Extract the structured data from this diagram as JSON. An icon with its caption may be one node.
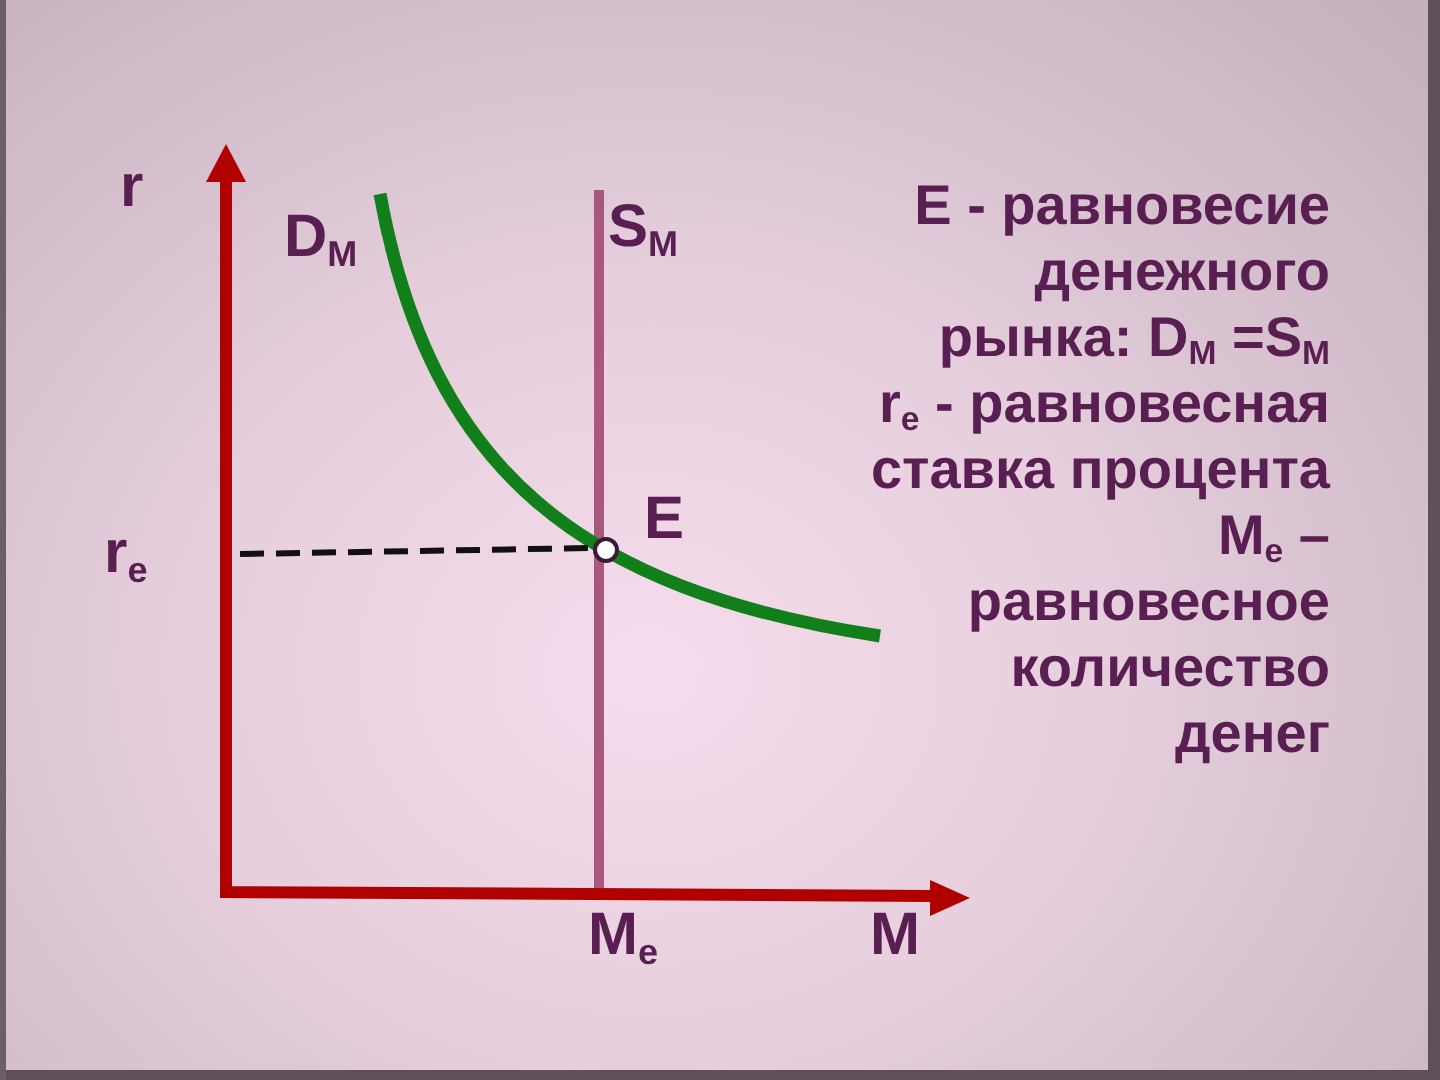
{
  "diagram": {
    "labels": [
      "r",
      "D$_{M}$",
      "S$_{M}$",
      "E - равновесие денежного рынка: D$_{M}$ =S$_{M}$",
      "r$_{e}$ - равновесная ставка процента",
      "E",
      "r$_{e}$",
      "M$_{e}$ – равновесное количество денег",
      "M$_{e}$",
      "M"
    ]
  }
}
